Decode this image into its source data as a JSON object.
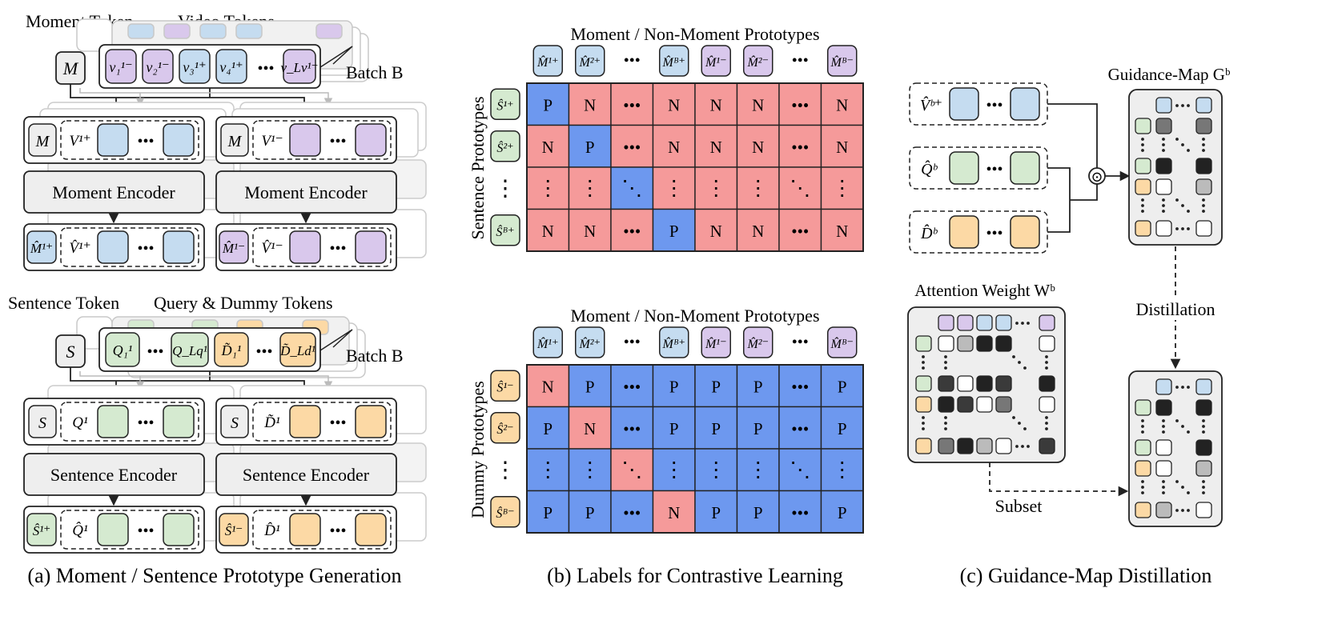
{
  "panel_a": {
    "moment_token_label": "Moment Token",
    "video_tokens_label": "Video Tokens",
    "batch_label": "Batch B",
    "moment_tok": "M",
    "video_tokens": [
      "v₁¹⁻",
      "v₂¹⁻",
      "v₃¹⁺",
      "v₄¹⁺",
      "v_Lv¹⁻"
    ],
    "enc_in_pos": "V¹⁺",
    "enc_in_neg": "V¹⁻",
    "moment_encoder": "Moment Encoder",
    "out_m_pos": "M̂¹⁺",
    "out_v_pos": "V̂¹⁺",
    "out_m_neg": "M̂¹⁻",
    "out_v_neg": "V̂¹⁻",
    "sentence_token_label": "Sentence Token",
    "query_dummy_label": "Query & Dummy Tokens",
    "sentence_tok": "S",
    "query_tokens": [
      "Q₁¹",
      "Q_Lq¹",
      "D̃₁¹",
      "D̃_Ld¹"
    ],
    "enc_q": "Q¹",
    "enc_d": "D̃¹",
    "sentence_encoder": "Sentence Encoder",
    "out_s_pos": "Ŝ¹⁺",
    "out_q": "Q̂¹",
    "out_s_neg": "Ŝ¹⁻",
    "out_d": "D̂¹",
    "ellipsis": "•••",
    "caption": "(a) Moment / Sentence Prototype Generation"
  },
  "panel_b": {
    "top_header": "Moment / Non-Moment Prototypes",
    "col_labels": [
      "M̂¹⁺",
      "M̂²⁺",
      "•••",
      "M̂ᴮ⁺",
      "M̂¹⁻",
      "M̂²⁻",
      "•••",
      "M̂ᴮ⁻"
    ],
    "col_kinds": [
      "b",
      "b",
      "e",
      "b",
      "p",
      "p",
      "e",
      "p"
    ],
    "top_side_label": "Sentence Prototypes",
    "top_row_labels": [
      "Ŝ¹⁺",
      "Ŝ²⁺",
      "⋮",
      "Ŝᴮ⁺"
    ],
    "top_grid": [
      [
        "P",
        "N",
        "•••",
        "N",
        "N",
        "N",
        "•••",
        "N"
      ],
      [
        "N",
        "P",
        "•••",
        "N",
        "N",
        "N",
        "•••",
        "N"
      ],
      [
        "⋮",
        "⋮",
        "⋱",
        "⋮",
        "⋮",
        "⋮",
        "⋱",
        "⋮"
      ],
      [
        "N",
        "N",
        "•••",
        "P",
        "N",
        "N",
        "•••",
        "N"
      ]
    ],
    "bottom_header": "Moment / Non-Moment Prototypes",
    "bottom_side_label": "Dummy Prototypes",
    "bottom_row_labels": [
      "Ŝ¹⁻",
      "Ŝ²⁻",
      "⋮",
      "Ŝᴮ⁻"
    ],
    "bottom_grid": [
      [
        "N",
        "P",
        "•••",
        "P",
        "P",
        "P",
        "•••",
        "P"
      ],
      [
        "P",
        "N",
        "•••",
        "P",
        "P",
        "P",
        "•••",
        "P"
      ],
      [
        "⋮",
        "⋮",
        "⋱",
        "⋮",
        "⋮",
        "⋮",
        "⋱",
        "⋮"
      ],
      [
        "P",
        "P",
        "•••",
        "N",
        "P",
        "P",
        "•••",
        "P"
      ]
    ],
    "caption": "(b) Labels for Contrastive Learning"
  },
  "panel_c": {
    "v_label": "V̂ᵇ⁺",
    "q_label": "Q̂ᵇ",
    "d_label": "D̂ᵇ",
    "guidance_map_label": "Guidance-Map Gᵇ",
    "distillation_label": "Distillation",
    "attention_label": "Attention Weight Wᵇ",
    "subset_label": "Subset",
    "product_op": "⊙",
    "caption": "(c) Guidance-Map Distillation"
  },
  "colors": {
    "blue_token": "#c5dcf0",
    "purple_token": "#d9c8ec",
    "green_token": "#d5ead0",
    "orange_token": "#fcd9a5",
    "gray_panel": "#eeeeee",
    "grid_pos": "#6d98ef",
    "grid_neg": "#f59a9a"
  }
}
